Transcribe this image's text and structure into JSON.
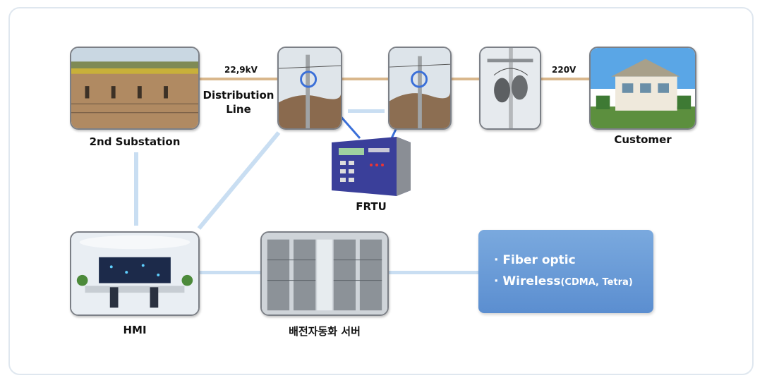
{
  "voltages": {
    "high": "22,9kV",
    "low": "220V"
  },
  "labels": {
    "substation": "2nd Substation",
    "distribution_line_1": "Distribution",
    "distribution_line_2": "Line",
    "frtu": "FRTU",
    "customer": "Customer",
    "hmi": "HMI",
    "server": "배전자동화 서버"
  },
  "comm": {
    "items": [
      {
        "bullet": "·",
        "main": "Fiber optic",
        "sub": ""
      },
      {
        "bullet": "·",
        "main": "Wireless",
        "sub": "(CDMA, Tetra)"
      }
    ]
  },
  "colors": {
    "wire": "#d9b78c",
    "link": "#c9def2",
    "highlight": "#3a6fd8",
    "callout": "#6a9ad6"
  }
}
